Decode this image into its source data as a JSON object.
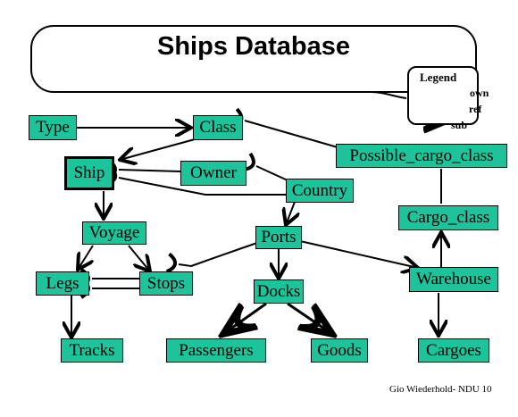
{
  "title": "Ships Database",
  "nodes": {
    "type": "Type",
    "class": "Class",
    "ship": "Ship",
    "owner": "Owner",
    "country": "Country",
    "possible_cargo_class": "Possible_cargo_class",
    "cargo_class": "Cargo_class",
    "voyage": "Voyage",
    "ports": "Ports",
    "legs": "Legs",
    "stops": "Stops",
    "docks": "Docks",
    "warehouse": "Warehouse",
    "tracks": "Tracks",
    "passengers": "Passengers",
    "goods": "Goods",
    "cargoes": "Cargoes"
  },
  "legend": {
    "title": "Legend",
    "own": "own",
    "ref": "ref",
    "sub": "sub"
  },
  "credit": "Gio Wiederhold- NDU 10",
  "colors": {
    "node_fill": "#1ec39b",
    "line": "#000000"
  }
}
